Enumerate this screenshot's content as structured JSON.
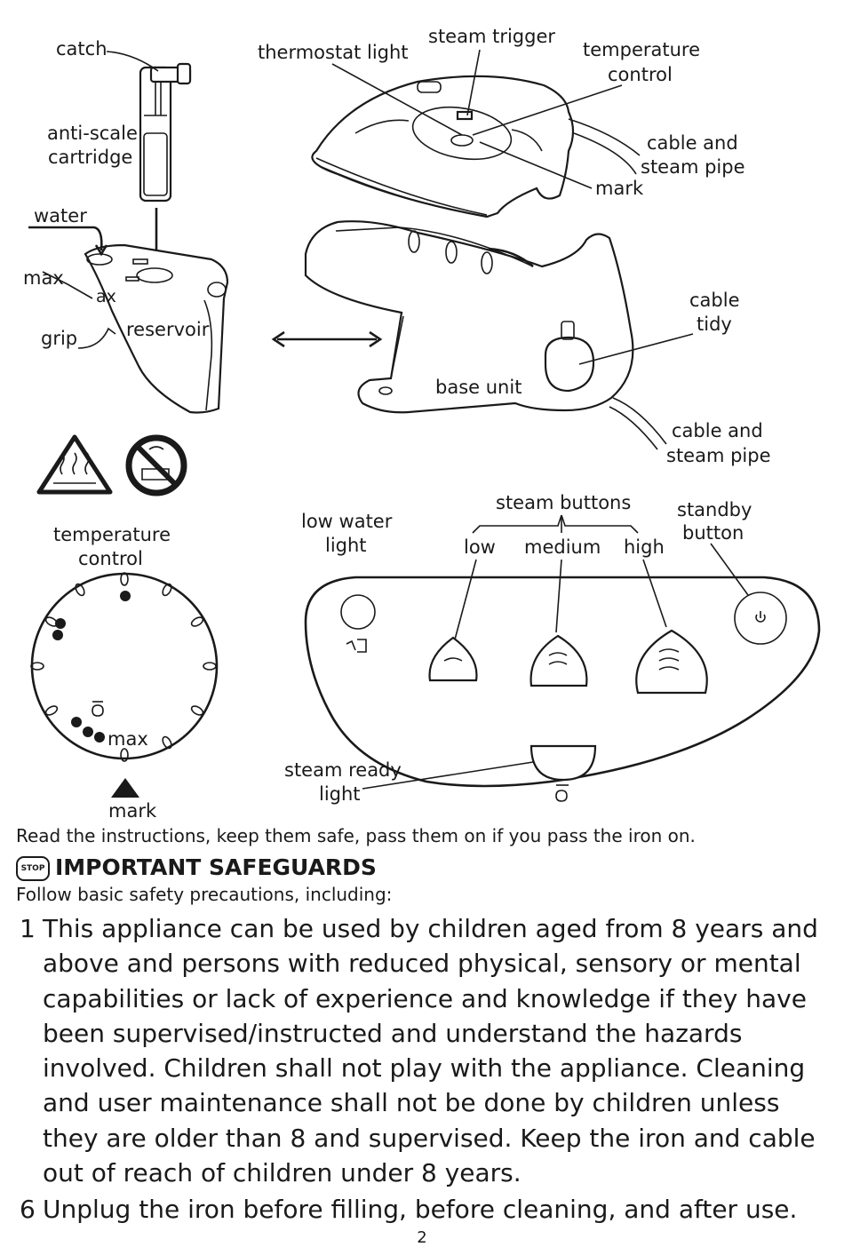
{
  "diagram_labels": {
    "catch": "catch",
    "anti_scale_1": "anti-scale",
    "anti_scale_2": "cartridge",
    "water": "water",
    "max": "max",
    "reservoir_max_mark": "ax",
    "grip": "grip",
    "reservoir": "reservoir",
    "thermostat_light": "thermostat light",
    "steam_trigger": "steam trigger",
    "temperature_control_1": "temperature",
    "temperature_control_2": "control",
    "cable_pipe_top_1": "cable and",
    "cable_pipe_top_2": "steam pipe",
    "mark": "mark",
    "cable_tidy_1": "cable",
    "cable_tidy_2": "tidy",
    "base_unit": "base unit",
    "cable_pipe_bottom_1": "cable and",
    "cable_pipe_bottom_2": "steam pipe"
  },
  "dial": {
    "title_1": "temperature",
    "title_2": "control",
    "max": "max",
    "mark": "mark"
  },
  "control_panel": {
    "low_water_1": "low water",
    "low_water_2": "light",
    "steam_buttons": "steam buttons",
    "low": "low",
    "medium": "medium",
    "high": "high",
    "standby_1": "standby",
    "standby_2": "button",
    "steam_ready_1": "steam ready",
    "steam_ready_2": "light"
  },
  "text": {
    "intro": "Read the instructions, keep them safe, pass them on if you pass the iron on.",
    "stop_icon": "STOP",
    "heading": "IMPORTANT SAFEGUARDS",
    "follow": "Follow basic safety precautions, including:",
    "item1_num": "1",
    "item1": "This appliance can be used by children aged from 8 years and above and persons with reduced physical, sensory or mental capabilities or lack of experience and knowledge if they have been supervised/instructed and understand the hazards involved. Children shall not play with the appliance. Cleaning and user maintenance shall not be done by children unless they are older than 8 and supervised. Keep the iron and cable out of reach of children under 8 years.",
    "item6_num": "6",
    "item6": "Unplug the iron before filling, before cleaning, and after use.",
    "page": "2"
  }
}
